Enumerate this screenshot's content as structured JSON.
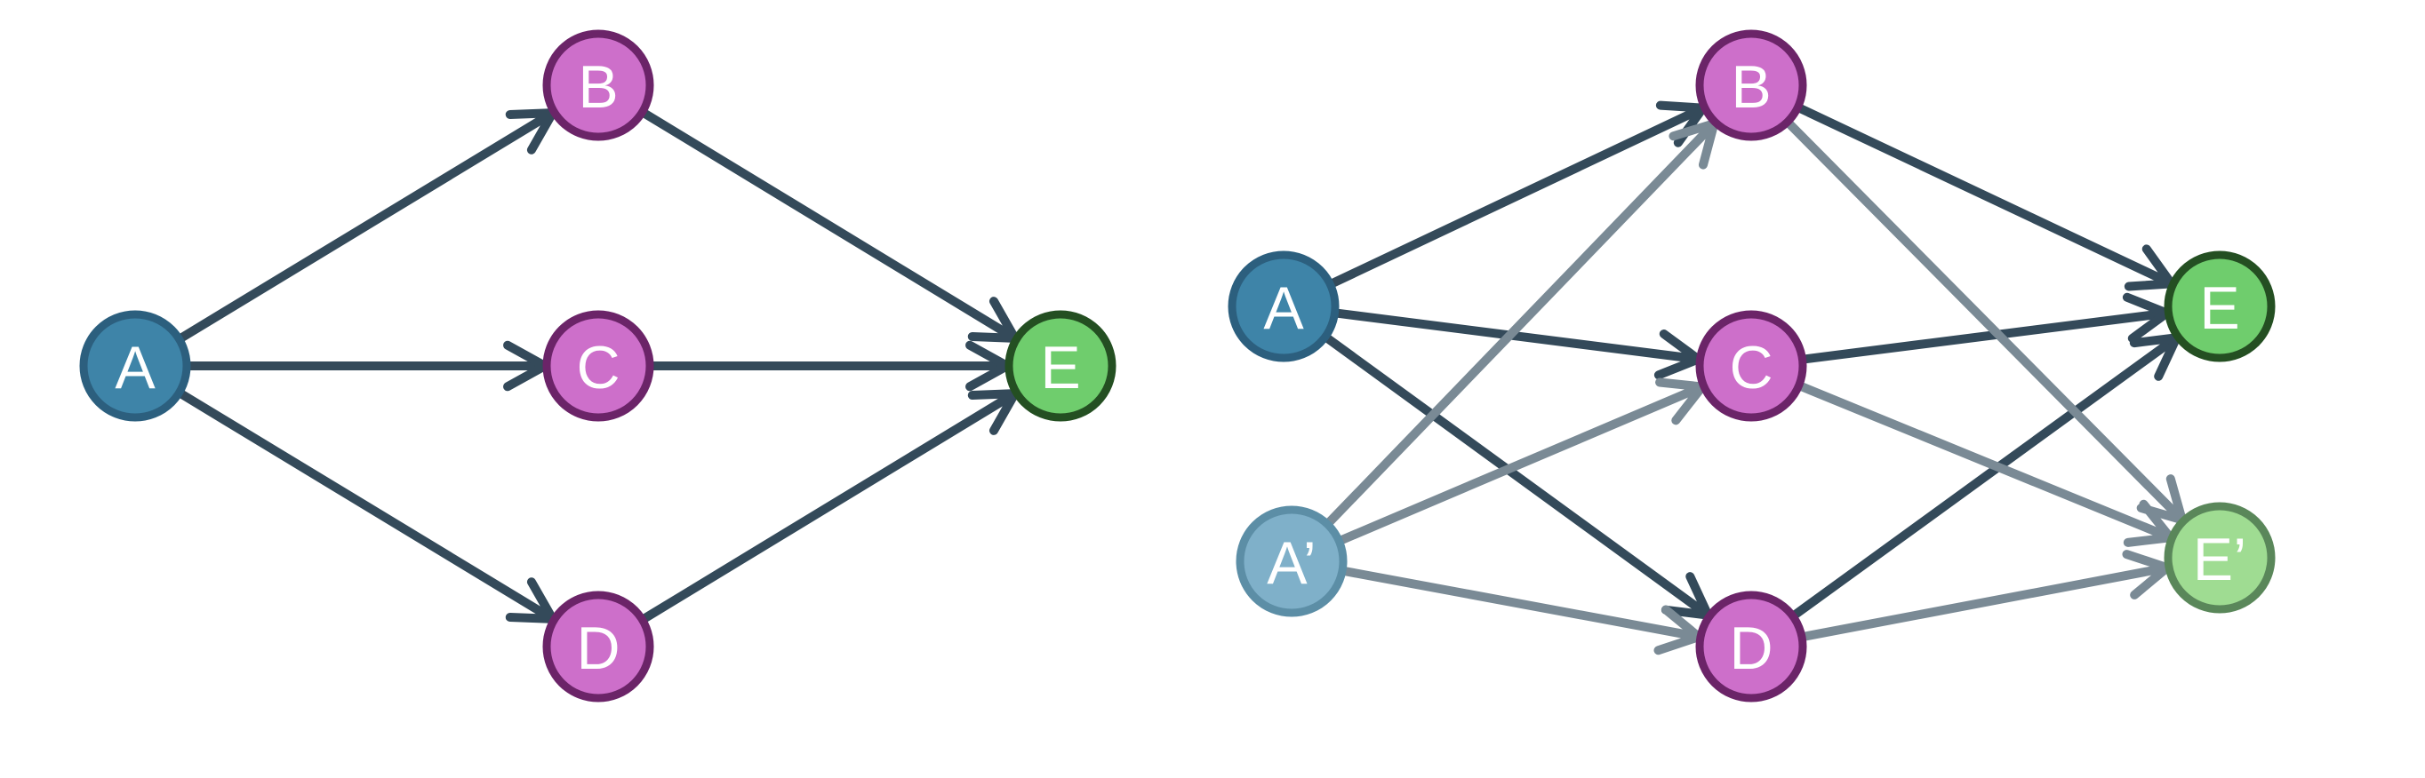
{
  "colors": {
    "edge_dark": "#344a5a",
    "edge_light": "#7a8a95",
    "node_a_fill": "#3e84a8",
    "node_a_stroke": "#2c5f7e",
    "node_a_prime_fill": "#7fb0c9",
    "node_a_prime_stroke": "#5c8ea6",
    "node_mid_fill": "#cd6fca",
    "node_mid_stroke": "#6b2468",
    "node_e_fill": "#6fcd6d",
    "node_e_stroke": "#244f22",
    "node_e_prime_fill": "#9fdc92",
    "node_e_prime_stroke": "#5a875a",
    "label": "#ffffff"
  },
  "diagrams": [
    {
      "nodes": [
        {
          "id": "l_A",
          "label": "A",
          "role": "source"
        },
        {
          "id": "l_B",
          "label": "B",
          "role": "mid"
        },
        {
          "id": "l_C",
          "label": "C",
          "role": "mid"
        },
        {
          "id": "l_D",
          "label": "D",
          "role": "mid"
        },
        {
          "id": "l_E",
          "label": "E",
          "role": "sink"
        }
      ],
      "edges": [
        {
          "from": "l_A",
          "to": "l_B",
          "style": "dark"
        },
        {
          "from": "l_A",
          "to": "l_C",
          "style": "dark"
        },
        {
          "from": "l_A",
          "to": "l_D",
          "style": "dark"
        },
        {
          "from": "l_B",
          "to": "l_E",
          "style": "dark"
        },
        {
          "from": "l_C",
          "to": "l_E",
          "style": "dark"
        },
        {
          "from": "l_D",
          "to": "l_E",
          "style": "dark"
        }
      ]
    },
    {
      "nodes": [
        {
          "id": "r_A",
          "label": "A",
          "role": "source"
        },
        {
          "id": "r_Ap",
          "label": "A’",
          "role": "source_prime"
        },
        {
          "id": "r_B",
          "label": "B",
          "role": "mid"
        },
        {
          "id": "r_C",
          "label": "C",
          "role": "mid"
        },
        {
          "id": "r_D",
          "label": "D",
          "role": "mid"
        },
        {
          "id": "r_E",
          "label": "E",
          "role": "sink"
        },
        {
          "id": "r_Ep",
          "label": "E’",
          "role": "sink_prime"
        }
      ],
      "edges": [
        {
          "from": "r_A",
          "to": "r_B",
          "style": "dark"
        },
        {
          "from": "r_A",
          "to": "r_C",
          "style": "dark"
        },
        {
          "from": "r_A",
          "to": "r_D",
          "style": "dark"
        },
        {
          "from": "r_B",
          "to": "r_E",
          "style": "dark"
        },
        {
          "from": "r_C",
          "to": "r_E",
          "style": "dark"
        },
        {
          "from": "r_D",
          "to": "r_E",
          "style": "dark"
        },
        {
          "from": "r_Ap",
          "to": "r_B",
          "style": "light"
        },
        {
          "from": "r_Ap",
          "to": "r_C",
          "style": "light"
        },
        {
          "from": "r_Ap",
          "to": "r_D",
          "style": "light"
        },
        {
          "from": "r_B",
          "to": "r_Ep",
          "style": "light"
        },
        {
          "from": "r_C",
          "to": "r_Ep",
          "style": "light"
        },
        {
          "from": "r_D",
          "to": "r_Ep",
          "style": "light"
        }
      ]
    }
  ]
}
